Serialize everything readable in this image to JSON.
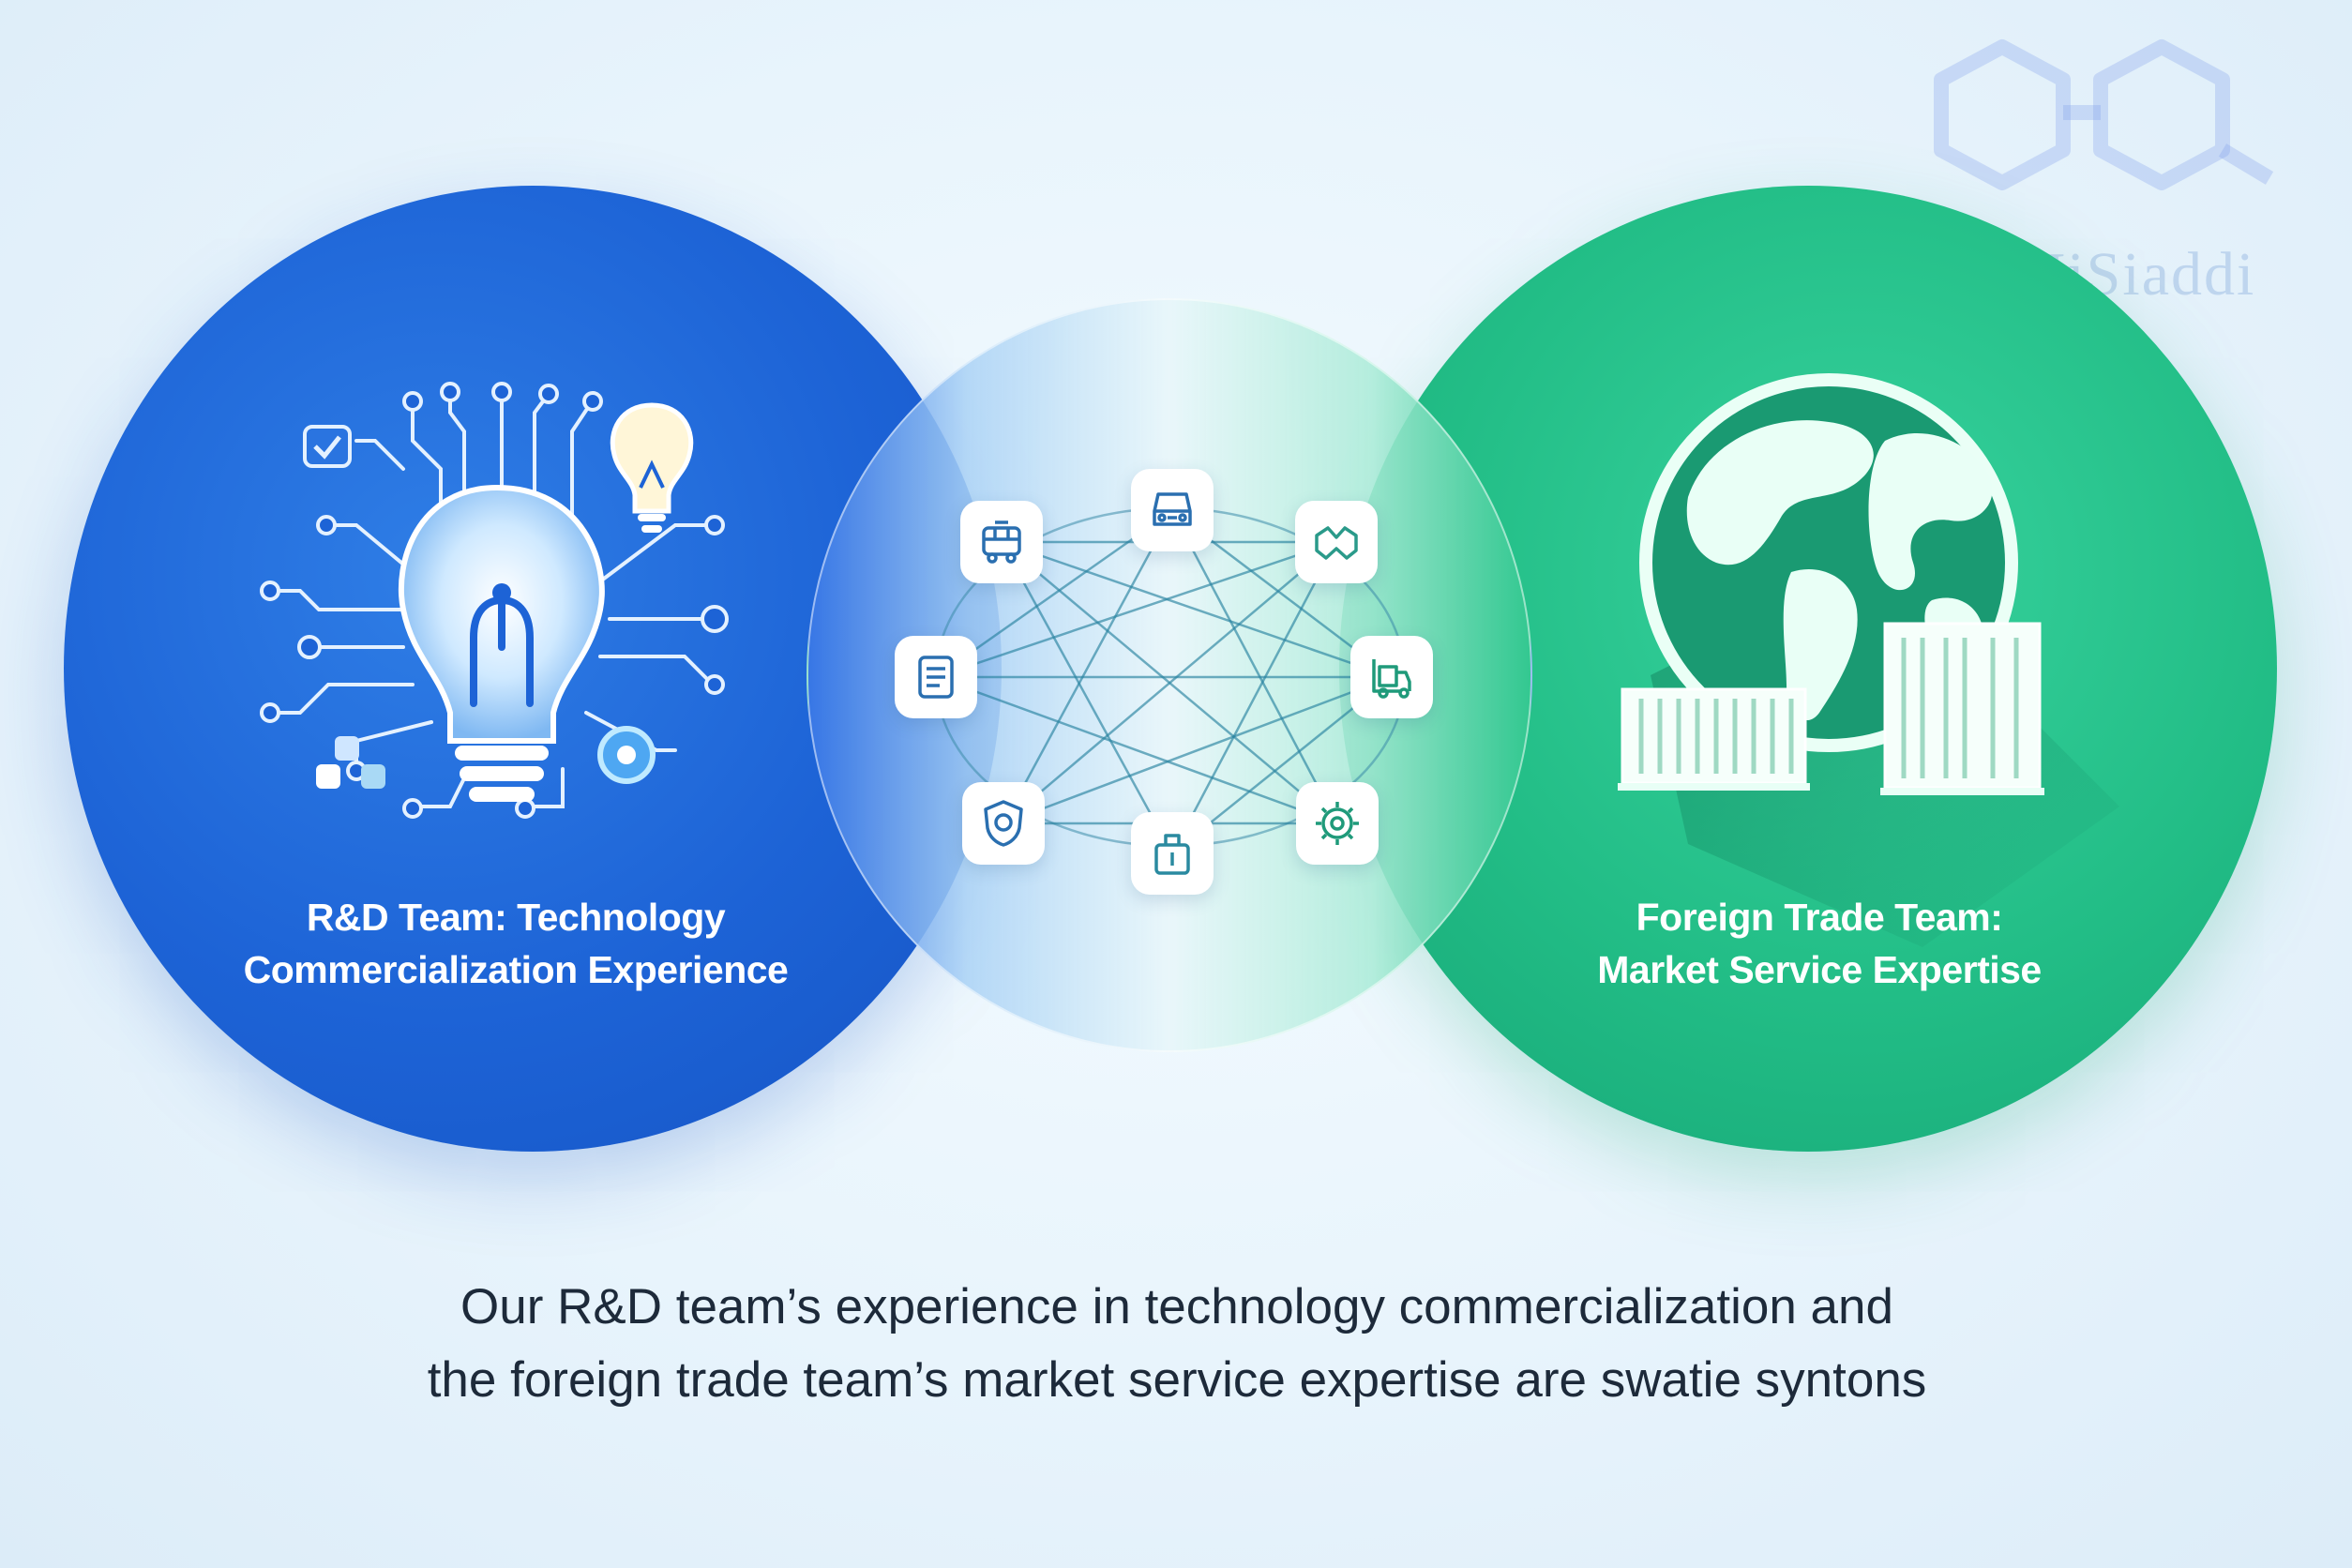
{
  "watermark": {
    "text": "HiSiaddi"
  },
  "left_circle": {
    "caption_line1": "R&D Team: Technology",
    "caption_line2": "Commercialization Experience",
    "color": "#1d63d6",
    "icon": "lightbulb-circuit-icon"
  },
  "right_circle": {
    "caption_line1": "Foreign Trade Team:",
    "caption_line2": "Market Service Expertise",
    "color": "#22bd86",
    "icon": "globe-containers-icon"
  },
  "center_network": {
    "nodes": [
      {
        "name": "train-icon"
      },
      {
        "name": "truck-icon"
      },
      {
        "name": "handshake-icon"
      },
      {
        "name": "document-icon"
      },
      {
        "name": "forklift-icon"
      },
      {
        "name": "shield-icon"
      },
      {
        "name": "package-icon"
      },
      {
        "name": "gear-icon"
      }
    ]
  },
  "footer": {
    "line1": "Our R&D team’s experience in technology commercialization and",
    "line2": "the foreign trade team’s market service expertise are swatie syntons"
  }
}
